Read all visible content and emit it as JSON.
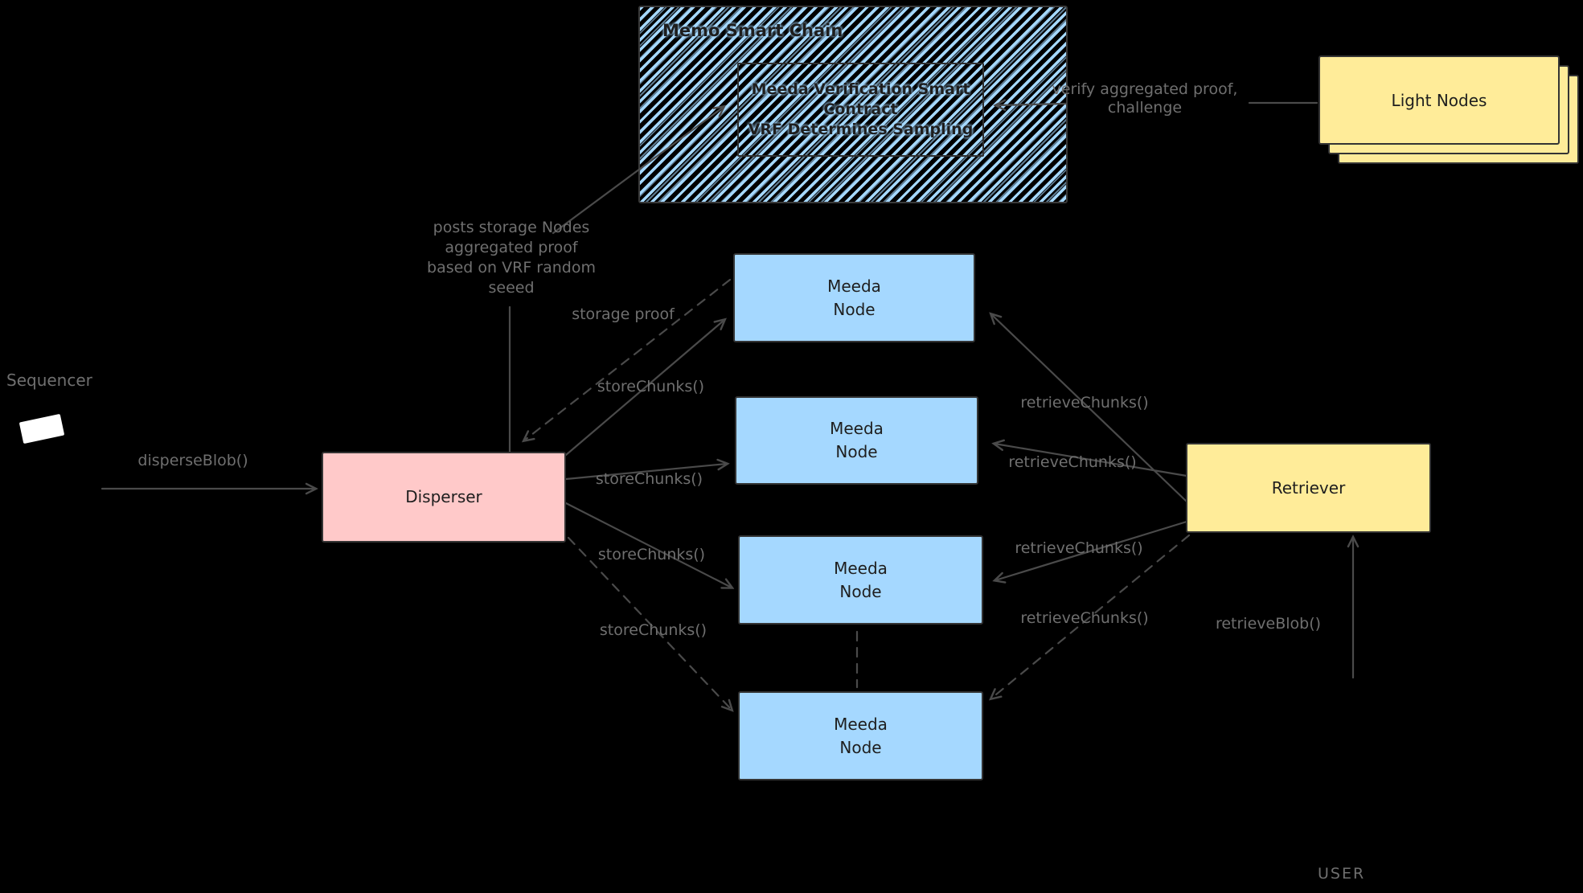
{
  "colors": {
    "background": "#000000",
    "node_blue": "#a5d8ff",
    "disperser_pink": "#ffc9c9",
    "yellow": "#ffec99",
    "box_text": "#1e1e1e",
    "label_gray": "#6f6f6f",
    "line_gray": "#4a4a4a"
  },
  "chain": {
    "title": "Memo Smart Chain",
    "contract_lines": [
      "Meeda Verification Smart",
      "Contract",
      "VRF Determines Sampling"
    ]
  },
  "light_nodes": {
    "label": "Light Nodes"
  },
  "sequencer": {
    "label": "Sequencer"
  },
  "disperser": {
    "label": "Disperser"
  },
  "nodes": [
    {
      "label": "Meeda\nNode"
    },
    {
      "label": "Meeda\nNode"
    },
    {
      "label": "Meeda\nNode"
    },
    {
      "label": "Meeda\nNode"
    }
  ],
  "retriever": {
    "label": "Retriever"
  },
  "user": {
    "label": "USER"
  },
  "edges": {
    "disperse_blob": "disperseBlob()",
    "posts_proof_lines": [
      "posts storage Nodes",
      "aggregated proof",
      "based on VRF random",
      "seeed"
    ],
    "storage_proof": "storage proof",
    "store_chunks": [
      "storeChunks()",
      "storeChunks()",
      "storeChunks()",
      "storeChunks()"
    ],
    "retrieve_chunks": [
      "retrieveChunks()",
      "retrieveChunks()",
      "retrieveChunks()",
      "retrieveChunks()"
    ],
    "retrieve_blob": "retrieveBlob()",
    "verify_lines": [
      "verify aggregated proof,",
      "challenge"
    ]
  }
}
